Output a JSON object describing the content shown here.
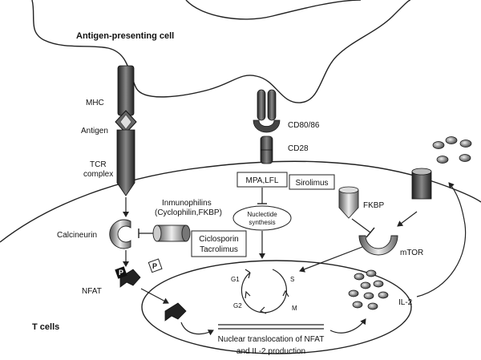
{
  "cells": {
    "apc_label": "Antigen-presenting cell",
    "tcell_label": "T cells"
  },
  "apc_molecules": {
    "mhc": "MHC",
    "antigen": "Antigen",
    "tcr_line1": "TCR",
    "tcr_line2": "complex",
    "cd80": "CD80/86",
    "cd28": "CD28"
  },
  "left_pathway": {
    "calcineurin": "Calcineurin",
    "immunophilins_line1": "Inmunophilins",
    "immunophilins_line2": "(Cyclophilin,FKBP)",
    "ciclosporin": "Ciclosporin",
    "tacrolimus": "Tacrolimus",
    "nfat": "NFAT",
    "p_label": "P"
  },
  "middle_pathway": {
    "mpa_lfl": "MPA,LFL",
    "nucleotide_line1": "Nuclectide",
    "nucleotide_line2": "synthesis"
  },
  "right_pathway": {
    "sirolimus": "Sirolimus",
    "fkbp": "FKBP",
    "mtor": "mTOR",
    "il2": "IL-2"
  },
  "cell_cycle": {
    "g1": "G1",
    "s": "S",
    "m": "M",
    "g2": "G2"
  },
  "nucleus": {
    "caption_line1": "Nuclear translocation of NFAT",
    "caption_line2": "and IL-2 production"
  },
  "colors": {
    "outline": "#222222",
    "receptor_dark": "#333333",
    "receptor_light": "#bbbbbb",
    "background": "#ffffff"
  }
}
